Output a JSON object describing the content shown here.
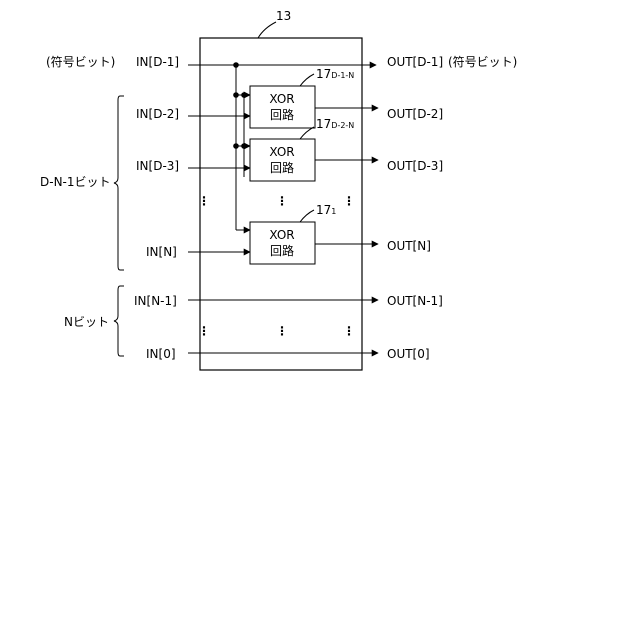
{
  "block": {
    "ref": "13"
  },
  "side_labels": {
    "sign_bit_left": "(符号ビット)",
    "sign_bit_right": "(符号ビット)",
    "group_upper": "D-N-1ビット",
    "group_lower": "Nビット"
  },
  "inputs": {
    "d1": "IN[D-1]",
    "d2": "IN[D-2]",
    "d3": "IN[D-3]",
    "n": "IN[N]",
    "n1": "IN[N-1]",
    "zero": "IN[0]"
  },
  "outputs": {
    "d1": "OUT[D-1]",
    "d2": "OUT[D-2]",
    "d3": "OUT[D-3]",
    "n": "OUT[N]",
    "n1": "OUT[N-1]",
    "zero": "OUT[0]"
  },
  "gates": [
    {
      "title": "XOR",
      "subtitle": "回路",
      "ref_main": "17",
      "ref_sub": "D-1-N"
    },
    {
      "title": "XOR",
      "subtitle": "回路",
      "ref_main": "17",
      "ref_sub": "D-2-N"
    },
    {
      "title": "XOR",
      "subtitle": "回路",
      "ref_main": "17",
      "ref_sub": "1"
    }
  ],
  "ellipsis": "⋮"
}
